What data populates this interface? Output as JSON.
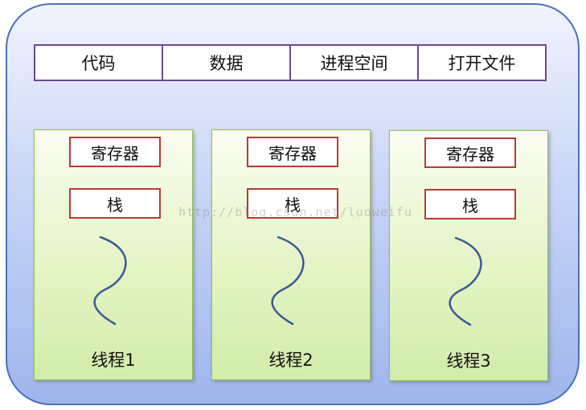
{
  "shared": {
    "items": [
      {
        "label": "代码"
      },
      {
        "label": "数据"
      },
      {
        "label": "进程空间"
      },
      {
        "label": "打开文件"
      }
    ]
  },
  "threads": [
    {
      "register": "寄存器",
      "stack": "栈",
      "label": "线程1"
    },
    {
      "register": "寄存器",
      "stack": "栈",
      "label": "线程2"
    },
    {
      "register": "寄存器",
      "stack": "栈",
      "label": "线程3"
    }
  ],
  "watermark": "http://blog.csdn.net/luoweifu",
  "colors": {
    "process_border": "#4a72b8",
    "shared_border": "#6b4a90",
    "thread_border": "#9bbb59",
    "box_border": "#b63a3a",
    "squiggle": "#3a5a99"
  }
}
